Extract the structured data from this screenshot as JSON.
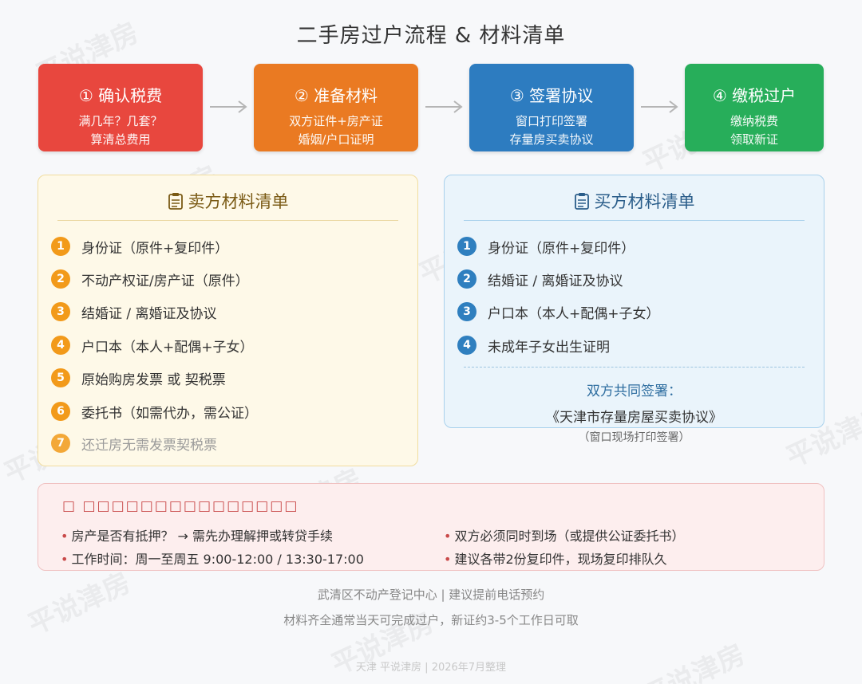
{
  "title": "二手房过户流程 & 材料清单",
  "steps": [
    {
      "title": "① 确认税费",
      "line1": "满几年？几套？",
      "line2": "算清总费用",
      "color": "#e8473e"
    },
    {
      "title": "② 准备材料",
      "line1": "双方证件+房产证",
      "line2": "婚姻/户口证明",
      "color": "#ea7a22"
    },
    {
      "title": "③ 签署协议",
      "line1": "窗口打印签署",
      "line2": "存量房买卖协议",
      "color": "#2d7cc0"
    },
    {
      "title": "④ 缴税过户",
      "line1": "缴纳税费",
      "line2": "领取新证",
      "color": "#27ae5a"
    }
  ],
  "seller": {
    "heading": "卖方材料清单",
    "items": [
      {
        "n": "1",
        "text": "身份证（原件+复印件）"
      },
      {
        "n": "2",
        "text": "不动产权证/房产证（原件）"
      },
      {
        "n": "3",
        "text": "结婚证 / 离婚证及协议"
      },
      {
        "n": "4",
        "text": "户口本（本人+配偶+子女）"
      },
      {
        "n": "5",
        "text": "原始购房发票 或 契税票"
      },
      {
        "n": "6",
        "text": "委托书（如需代办，需公证）"
      },
      {
        "n": "7",
        "text": "还迁房无需发票契税票"
      }
    ]
  },
  "buyer": {
    "heading": "买方材料清单",
    "items": [
      {
        "n": "1",
        "text": "身份证（原件+复印件）"
      },
      {
        "n": "2",
        "text": "结婚证 / 离婚证及协议"
      },
      {
        "n": "3",
        "text": "户口本（本人+配偶+子女）"
      },
      {
        "n": "4",
        "text": "未成年子女出生证明"
      }
    ],
    "joint_label": "双方共同签署：",
    "joint_doc": "《天津市存量房屋买卖协议》",
    "joint_note": "（窗口现场打印签署）"
  },
  "notice": {
    "heading": "□ □□□□□□□□□□□□□□□",
    "items": [
      "房产是否有抵押？ → 需先办理解押或转贷手续",
      "双方必须同时到场（或提供公证委托书）",
      "工作时间：周一至周五 9:00-12:00 / 13:30-17:00",
      "建议各带2份复印件，现场复印排队久"
    ]
  },
  "footer": {
    "line1": "武清区不动产登记中心 | 建议提前电话预约",
    "line2": "材料齐全通常当天可完成过户，新证约3-5个工作日可取",
    "line3": "天津 平说津房 | 2026年7月整理"
  },
  "watermark": "平说津房"
}
